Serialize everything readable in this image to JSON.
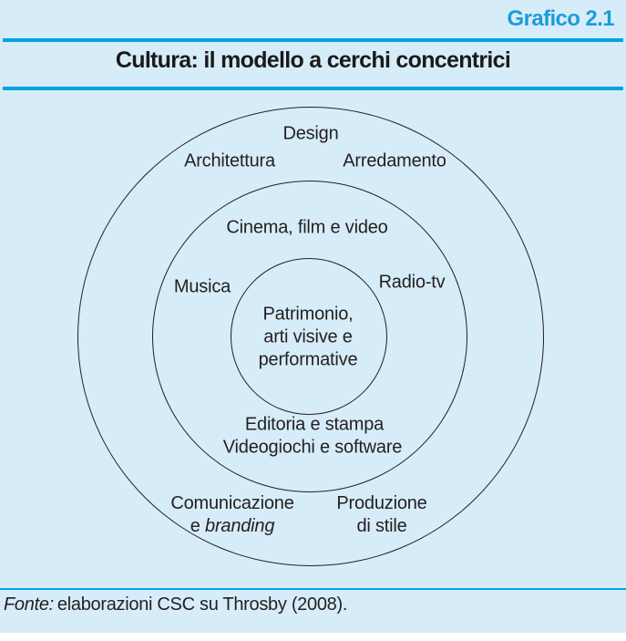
{
  "header": {
    "graph_number": "Grafico 2.1",
    "title": "Cultura: il modello a cerchi concentrici"
  },
  "colors": {
    "panel_background": "#d7ecf9",
    "accent_rule": "#00a3e0",
    "graph_number_text": "#1a9cd9",
    "body_text": "#231f20",
    "circle_stroke": "#231f20"
  },
  "diagram": {
    "type": "concentric-circles",
    "core_circle": {
      "line1": "Patrimonio,",
      "line2": "arti visive e",
      "line3": "performative"
    },
    "middle_ring": {
      "top": "Cinema, film e video",
      "left": "Musica",
      "right": "Radio-tv",
      "bottom_line1": "Editoria e stampa",
      "bottom_line2": "Videogiochi e software"
    },
    "outer_ring": {
      "top": "Design",
      "upper_left": "Architettura",
      "upper_right": "Arredamento",
      "lower_left_line1": "Comunicazione",
      "lower_left_line2_regular": "e",
      "lower_left_line2_italic": "branding",
      "lower_right_line1": "Produzione",
      "lower_right_line2": "di stile"
    }
  },
  "footer": {
    "source_label": "Fonte:",
    "source_text": "elaborazioni CSC su Throsby (2008)."
  }
}
